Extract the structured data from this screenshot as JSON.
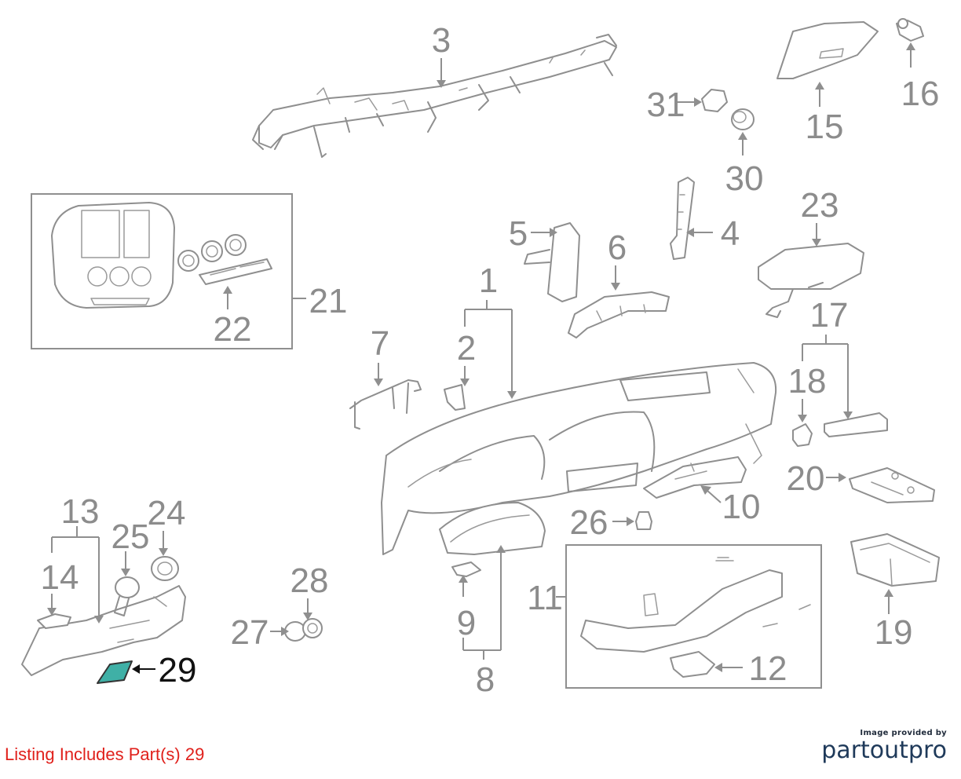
{
  "diagram": {
    "callouts": [
      {
        "id": "1",
        "label": "1"
      },
      {
        "id": "2",
        "label": "2"
      },
      {
        "id": "3",
        "label": "3"
      },
      {
        "id": "4",
        "label": "4"
      },
      {
        "id": "5",
        "label": "5"
      },
      {
        "id": "6",
        "label": "6"
      },
      {
        "id": "7",
        "label": "7"
      },
      {
        "id": "8",
        "label": "8"
      },
      {
        "id": "9",
        "label": "9"
      },
      {
        "id": "10",
        "label": "10"
      },
      {
        "id": "11",
        "label": "11"
      },
      {
        "id": "12",
        "label": "12"
      },
      {
        "id": "13",
        "label": "13"
      },
      {
        "id": "14",
        "label": "14"
      },
      {
        "id": "15",
        "label": "15"
      },
      {
        "id": "16",
        "label": "16"
      },
      {
        "id": "17",
        "label": "17"
      },
      {
        "id": "18",
        "label": "18"
      },
      {
        "id": "19",
        "label": "19"
      },
      {
        "id": "20",
        "label": "20"
      },
      {
        "id": "21",
        "label": "21"
      },
      {
        "id": "22",
        "label": "22"
      },
      {
        "id": "23",
        "label": "23"
      },
      {
        "id": "24",
        "label": "24"
      },
      {
        "id": "25",
        "label": "25"
      },
      {
        "id": "26",
        "label": "26"
      },
      {
        "id": "27",
        "label": "27"
      },
      {
        "id": "28",
        "label": "28"
      },
      {
        "id": "29",
        "label": "29"
      },
      {
        "id": "30",
        "label": "30"
      },
      {
        "id": "31",
        "label": "31"
      }
    ],
    "highlighted_part": "29",
    "highlight_color": "#3fb0a6",
    "line_color": "#8f8f8f"
  },
  "listing_note": "Listing Includes Part(s) 29",
  "listing_note_color": "#e0201b",
  "credit": {
    "caption": "Image provided by",
    "logo_text": "partoutpro"
  }
}
